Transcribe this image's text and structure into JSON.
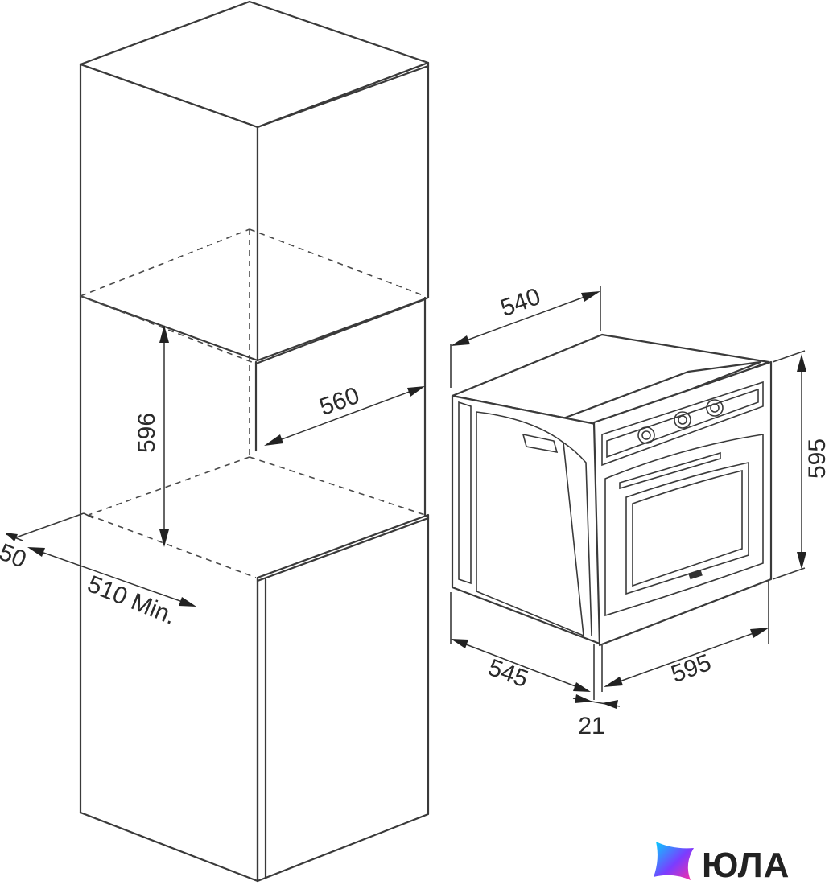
{
  "dimensions": {
    "d596": "596",
    "d560": "560",
    "d50": "50",
    "d510": "510 Min.",
    "d540": "540",
    "d595_height": "595",
    "d545": "545",
    "d595_width": "595",
    "d21": "21"
  },
  "logo": {
    "text": "ЮЛА",
    "colors": [
      "#00d4ff",
      "#7b3cff",
      "#ff2fa0"
    ]
  }
}
